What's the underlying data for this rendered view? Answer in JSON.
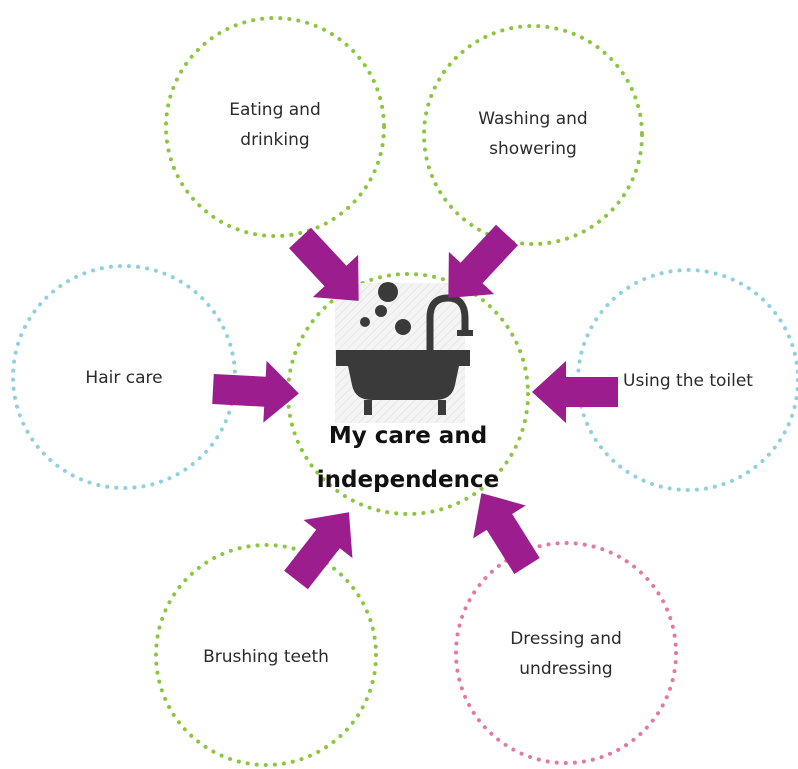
{
  "diagram": {
    "center": {
      "line1": "My care and",
      "line2": "independence",
      "icon": "bathtub-icon"
    },
    "nodes": {
      "eating": {
        "line1": "Eating and",
        "line2": "drinking"
      },
      "washing": {
        "line1": "Washing and",
        "line2": "showering"
      },
      "hair": {
        "line1": "Hair care"
      },
      "toilet": {
        "line1": "Using the toilet"
      },
      "teeth": {
        "line1": "Brushing teeth"
      },
      "dressing": {
        "line1": "Dressing and",
        "line2": "undressing"
      }
    },
    "colors": {
      "green": "#8cc63f",
      "blue": "#8fd0de",
      "pink": "#e07aa5",
      "arrow": "#9b1d8e",
      "icon": "#3a3a3a"
    }
  }
}
